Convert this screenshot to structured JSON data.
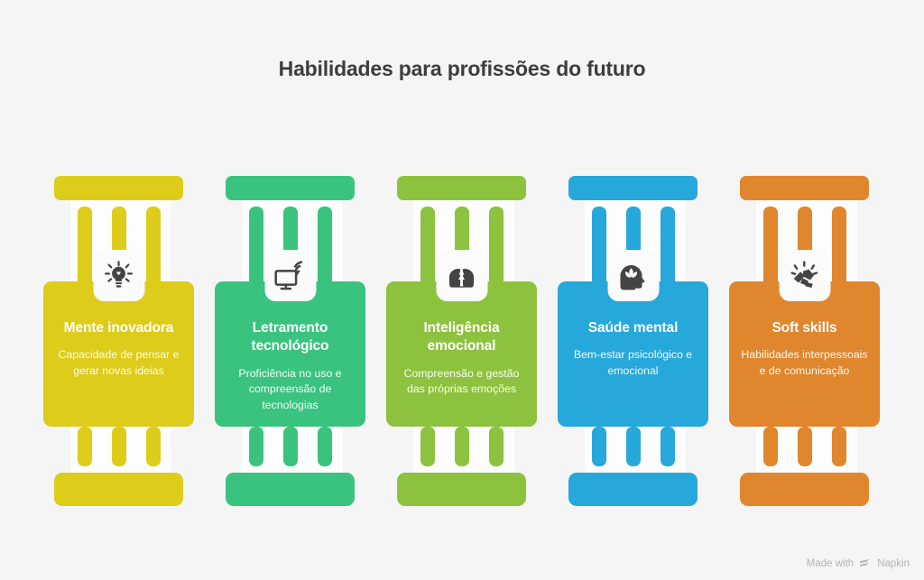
{
  "title": "Habilidades para profissões do futuro",
  "background": "#f5f5f5",
  "title_color": "#3d3d3d",
  "columns": [
    {
      "title": "Mente inovadora",
      "description": "Capacidade de pensar e gerar novas ideias",
      "color": "#ddcc19",
      "icon": "lightbulb-icon"
    },
    {
      "title": "Letramento tecnológico",
      "description": "Proficiência no uso e compreensão de tecnologias",
      "color": "#3ac37e",
      "icon": "monitor-wifi-icon"
    },
    {
      "title": "Inteligência emocional",
      "description": "Compreensão e gestão das próprias emoções",
      "color": "#8dc23e",
      "icon": "two-heads-icon"
    },
    {
      "title": "Saúde mental",
      "description": "Bem-estar psicológico e emocional",
      "color": "#27a8da",
      "icon": "head-lotus-icon"
    },
    {
      "title": "Soft skills",
      "description": "Habilidades interpessoais e de comunicação",
      "color": "#e0862c",
      "icon": "handshake-icon"
    }
  ],
  "watermark": {
    "text": "Made with",
    "brand": "Napkin",
    "color": "#b4b4b4"
  }
}
